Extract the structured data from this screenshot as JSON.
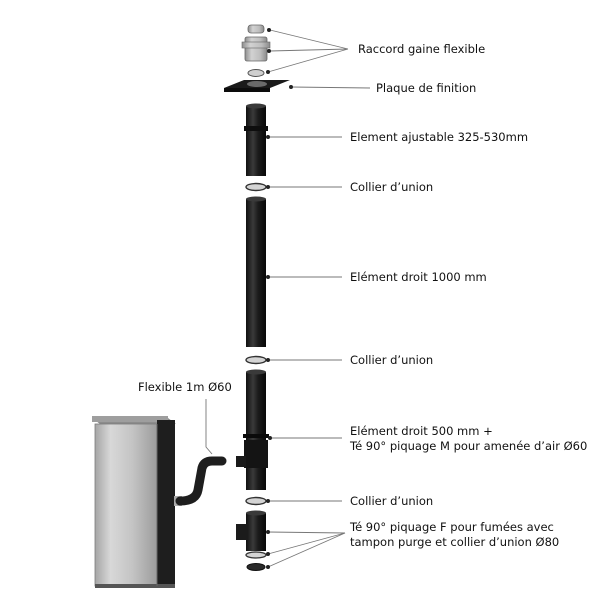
{
  "labels": {
    "raccord_gaine_flexible": "Raccord gaine flexible",
    "plaque_de_finition": "Plaque de finition",
    "element_ajustable": "Element ajustable 325-530mm",
    "collier_union_1": "Collier d’union",
    "element_droit_1000": "Elément droit 1000 mm",
    "collier_union_2": "Collier d’union",
    "flexible": "Flexible 1m Ø60",
    "element_droit_500_line1": "Elément droit 500 mm +",
    "element_droit_500_line2": "Té 90° piquage M pour amenée d’air Ø60",
    "collier_union_3": "Collier d’union",
    "te_90_line1": "Té 90° piquage F pour fumées avec",
    "te_90_line2": "tampon purge et collier d’union Ø80"
  },
  "colors": {
    "pipe_black": "#1e1e1e",
    "pipe_highlight": "#555555",
    "stove_silver": "#b4b4b4",
    "stove_dark": "#2a2a2a",
    "leader_line": "#777777",
    "dot": "#222222"
  }
}
